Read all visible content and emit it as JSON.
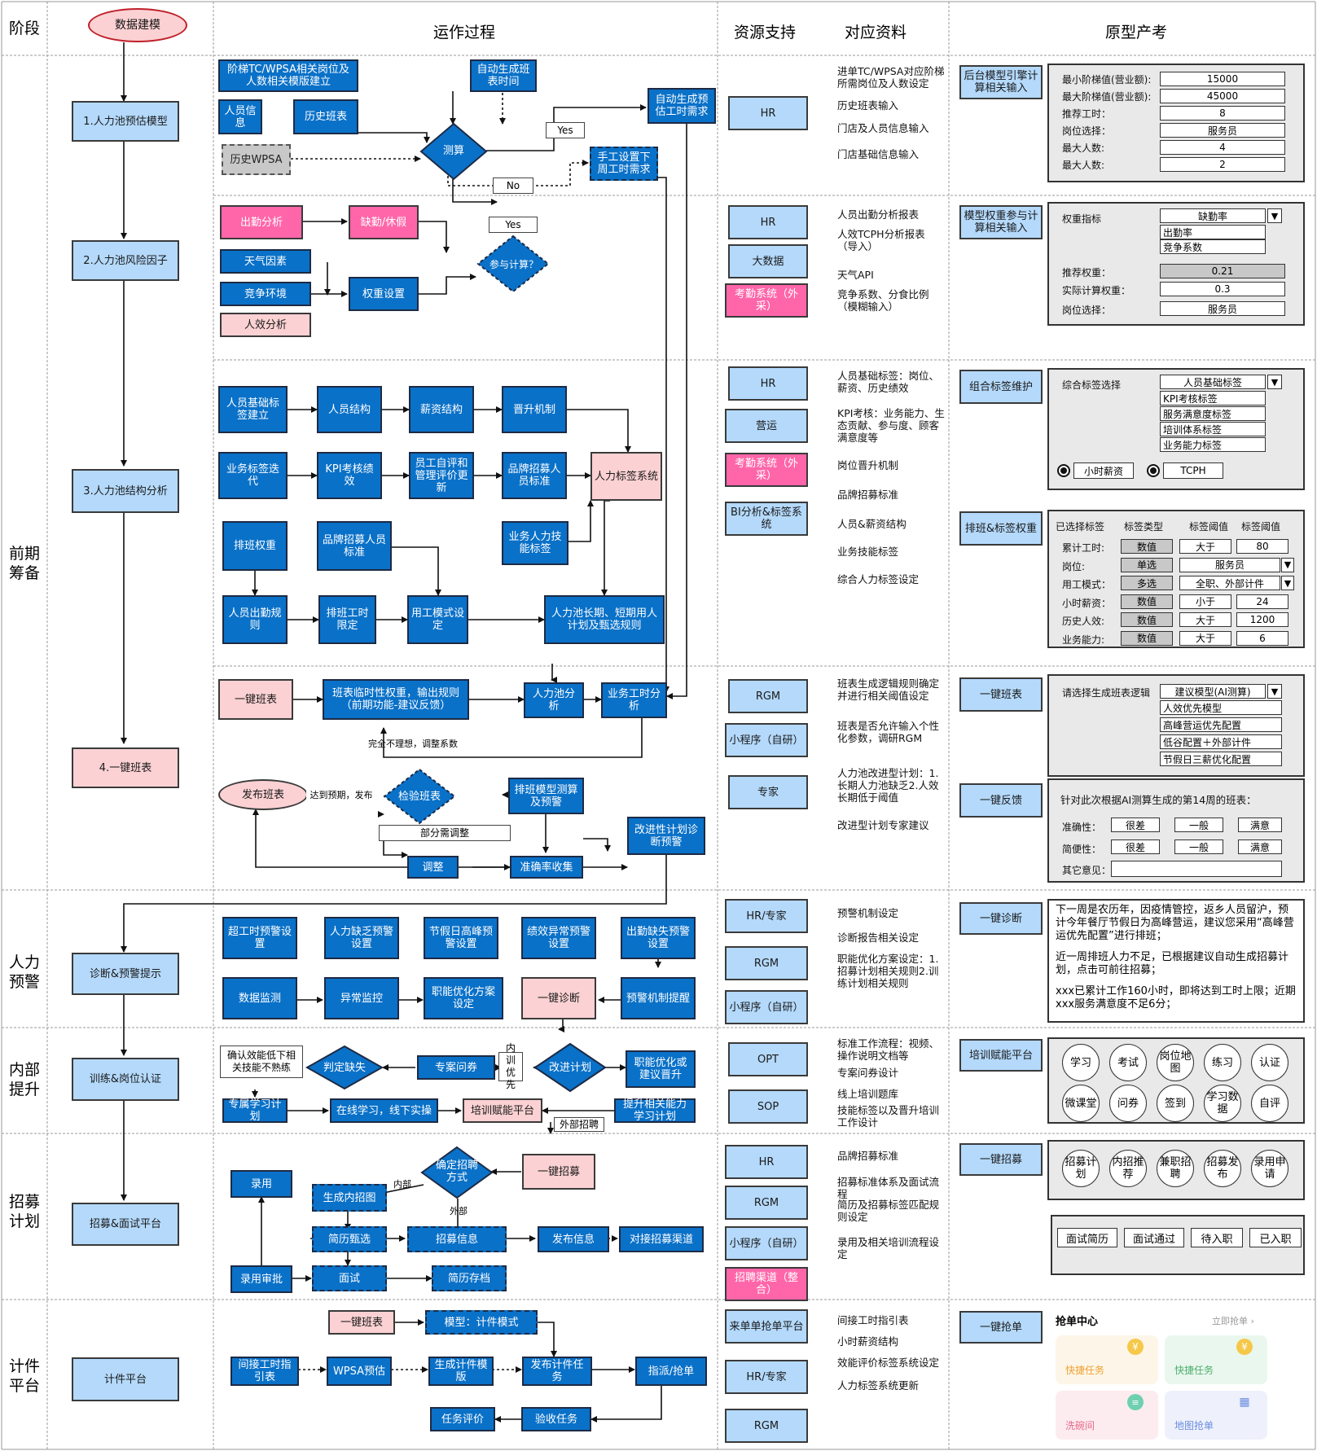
{
  "headers": {
    "stage": "阶段",
    "start": "数据建模",
    "process": "运作过程",
    "resource": "资源支持",
    "material": "对应资料",
    "prototype": "原型产考"
  },
  "stages": {
    "s1": "前期\n筹备",
    "s2": "人力\n预警",
    "s3": "内部\n提升",
    "s4": "招募\n计划",
    "s5": "计件\n平台"
  },
  "left": {
    "l1": "1.人力池预估模型",
    "l2": "2.人力池风险因子",
    "l3": "3.人力池结构分析",
    "l4": "4.一键班表",
    "l5": "诊断&预警提示",
    "l6": "训练&岗位认证",
    "l7": "招募&面试平台",
    "l8": "计件平台"
  },
  "r1": {
    "a": "阶梯TC/WPSA相关岗位及人数相关模版建立",
    "b": "自动生成班表时间",
    "c": "人员信息",
    "d": "历史班表",
    "e": "历史WPSA",
    "f": "测算",
    "g": "自动生成预估工时需求",
    "h": "手工设置下周工时需求",
    "yes": "Yes",
    "no": "No"
  },
  "r2": {
    "a": "出勤分析",
    "b": "缺勤/休假",
    "c": "天气因素",
    "d": "竞争环境",
    "e": "人效分析",
    "f": "权重设置",
    "g": "参与计算？",
    "yes": "Yes"
  },
  "r3": {
    "a": "人员基础标签建立",
    "b": "人员结构",
    "c": "薪资结构",
    "d": "晋升机制",
    "e": "业务标签迭代",
    "f": "KPI考核绩效",
    "g": "员工自评和管理评价更新",
    "h": "品牌招募人员标准",
    "i": "人力标签系统",
    "j": "排班权重",
    "k": "品牌招募人员标准",
    "l": "业务人力技能标签",
    "m": "人员出勤规则",
    "n": "排班工时限定",
    "o": "用工模式设定",
    "p": "人力池长期、短期用人计划及甄选规则"
  },
  "r4": {
    "a": "一键班表",
    "b": "班表临时性权重，输出规则（前期功能-建议反馈）",
    "c": "人力池分析",
    "d": "业务工时分析",
    "e": "完全不理想，调整系数",
    "f": "发布班表",
    "g": "达到预期，发布",
    "h": "检验班表",
    "i": "排班模型测算及预警",
    "j": "部分需调整",
    "k": "调整",
    "l": "准确率收集",
    "m": "改进性计划诊断预警"
  },
  "r5": {
    "a": "超工时预警设置",
    "b": "人力缺乏预警设置",
    "c": "节假日高峰预警设置",
    "d": "绩效异常预警设置",
    "e": "出勤缺失预警设置",
    "f": "数据监测",
    "g": "异常监控",
    "h": "职能优化方案设定",
    "i": "一键诊断",
    "j": "预警机制提醒"
  },
  "r6": {
    "a": "确认效能低下相关技能不熟练",
    "b": "判定缺失",
    "c": "专案问券",
    "d": "内训优先",
    "e": "改进计划",
    "f": "职能优化或建议晋升",
    "g": "专属学习计划",
    "h": "在线学习，线下实操",
    "i": "培训赋能平台",
    "j": "提升相关能力学习计划",
    "k": "外部招聘"
  },
  "r7": {
    "a": "确定招聘方式",
    "b": "一键招募",
    "c": "录用",
    "d": "生成内招图",
    "e": "内部",
    "f": "外部",
    "g": "简历甄选",
    "h": "招募信息",
    "i": "发布信息",
    "j": "对接招募渠道",
    "k": "录用审批",
    "l": "面试",
    "m": "简历存档"
  },
  "r8": {
    "a": "一键班表",
    "b": "模型：计件模式",
    "c": "间接工时指引表",
    "d": "WPSA预估",
    "e": "生成计件模版",
    "f": "发布计件任务",
    "g": "指派/抢单",
    "h": "任务评价",
    "i": "验收任务"
  },
  "res": {
    "g1": [
      "HR"
    ],
    "g2": [
      "HR",
      "大数据",
      "考勤系统（外采）"
    ],
    "g3": [
      "HR",
      "营运",
      "考勤系统（外采）",
      "BI分析&标签系统"
    ],
    "g4": [
      "RGM",
      "小程序（自研）",
      "专家"
    ],
    "g5": [
      "HR/专家",
      "RGM",
      "小程序（自研）"
    ],
    "g6": [
      "OPT",
      "SOP"
    ],
    "g7": [
      "HR",
      "RGM",
      "小程序（自研）",
      "招聘渠道（整合）"
    ],
    "g8": [
      "来单单抢单平台",
      "HR/专家",
      "RGM"
    ]
  },
  "mat": {
    "m1": [
      "进单TC/WPSA对应阶梯所需岗位及人数设定",
      "历史班表输入",
      "门店及人员信息输入",
      "门店基础信息输入"
    ],
    "m2": [
      "人员出勤分析报表",
      "人效TCPH分析报表（导入）",
      "天气API",
      "竞争系数、分食比例（模糊输入）"
    ],
    "m3": [
      "人员基础标签：岗位、薪资、历史绩效",
      "KPI考核：业务能力、生态贡献、参与度、顾客满意度等",
      "岗位晋升机制",
      "品牌招募标准",
      "人员&薪资结构",
      "业务技能标签",
      "综合人力标签设定"
    ],
    "m4": [
      "班表生成逻辑规则确定并进行相关阈值设定",
      "班表是否允许输入个性化参数，调研RGM",
      "人力池改进型计划：1.长期人力池缺乏2.人效长期低于阈值",
      "改进型计划专家建议"
    ],
    "m5": [
      "预警机制设定",
      "诊断报告相关设定",
      "职能优化方案设定：1.招募计划相关规则2.训练计划相关规则"
    ],
    "m6": [
      "标准工作流程：视频、操作说明文档等",
      "专案问券设计",
      "线上培训题库",
      "技能标签以及晋升培训工作设计"
    ],
    "m7": [
      "品牌招募标准",
      "招募标准体系及面试流程",
      "简历及招募标签匹配规则设定",
      "录用及相关培训流程设定"
    ],
    "m8": [
      "间接工时指引表",
      "小时薪资结构",
      "效能评价标签系统设定",
      "人力标签系统更新"
    ]
  },
  "p1": {
    "title": "后台模型引擎计算相关输入",
    "rows": [
      [
        "最小阶梯值(营业额):",
        "15000"
      ],
      [
        "最大阶梯值(营业额):",
        "45000"
      ],
      [
        "推荐工时：",
        "8"
      ],
      [
        "岗位选择：",
        "服务员"
      ],
      [
        "最大人数:",
        "4"
      ],
      [
        "最大人数:",
        "2"
      ]
    ]
  },
  "p2": {
    "title": "模型权重参与计算相关输入",
    "l1": "权重指标",
    "v1": "缺勤率",
    "opts": [
      "出勤率",
      "竞争系数"
    ],
    "l2": "推荐权重：",
    "v2": "0.21",
    "l3": "实际计算权重：",
    "v3": "0.3",
    "l4": "岗位选择：",
    "v4": "服务员"
  },
  "p3": {
    "title": "组合标签维护",
    "l1": "综合标签选择",
    "v1": "人员基础标签",
    "opts": [
      "KPI考核标签",
      "服务满意度标签",
      "培训体系标签",
      "业务能力标签"
    ],
    "r1": "小时薪资",
    "r2": "TCPH"
  },
  "p4": {
    "title": "排班&标签权重",
    "cols": [
      "已选择标签",
      "标签类型",
      "标签阈值",
      "标签阈值"
    ],
    "rows": [
      [
        "累计工时:",
        "数值",
        "大于",
        "80"
      ],
      [
        "岗位:",
        "单选",
        "服务员",
        ""
      ],
      [
        "用工模式：",
        "多选",
        "全职、外部计件",
        ""
      ],
      [
        "小时薪资：",
        "数值",
        "小于",
        "24"
      ],
      [
        "历史人效:",
        "数值",
        "大于",
        "1200"
      ],
      [
        "业务能力:",
        "数值",
        "大于",
        "6"
      ]
    ]
  },
  "p5": {
    "title": "一键班表",
    "l1": "请选择生成班表逻辑",
    "v1": "建议模型(AI测算)",
    "opts": [
      "人效优先模型",
      "高峰营运优先配置",
      "低谷配置＋外部计件",
      "节假日三薪优化配置"
    ]
  },
  "p6": {
    "title": "一键反馈",
    "q": "针对此次根据AI测算生成的第14周的班表：",
    "r1": "准确性：",
    "r2": "简便性：",
    "r3": "其它意见：",
    "o1": "很差",
    "o2": "一般",
    "o3": "满意"
  },
  "p7": {
    "title": "一键诊断",
    "t1": "下一周是农历年，因疫情管控，返乡人员留沪，预计今年餐厅节假日为高峰营运，建议您采用“高峰营运优先配置”进行排班；",
    "t2": "近一周排班人力不足，已根据建议自动生成招募计划，点击可前往招募；",
    "t3": "xxx已累计工作160小时，即将达到工时上限；近期xxx服务满意度不足6分；"
  },
  "p8": {
    "title": "培训赋能平台",
    "items": [
      "学习",
      "考试",
      "岗位地图",
      "练习",
      "认证",
      "微课堂",
      "问券",
      "签到",
      "学习数据",
      "自评"
    ]
  },
  "p9": {
    "title": "一键招募",
    "items": [
      "招募计划",
      "内招推荐",
      "兼职招聘",
      "招募发布",
      "录用申请"
    ],
    "tabs": [
      "面试简历",
      "面试通过",
      "待入职",
      "已入职"
    ]
  },
  "p10": {
    "title": "一键抢单",
    "head": "抢单中心",
    "link": "立即抢单",
    "c1": "快捷任务",
    "c2": "快捷任务",
    "c3": "洗碗间",
    "c4": "地图抢单"
  }
}
